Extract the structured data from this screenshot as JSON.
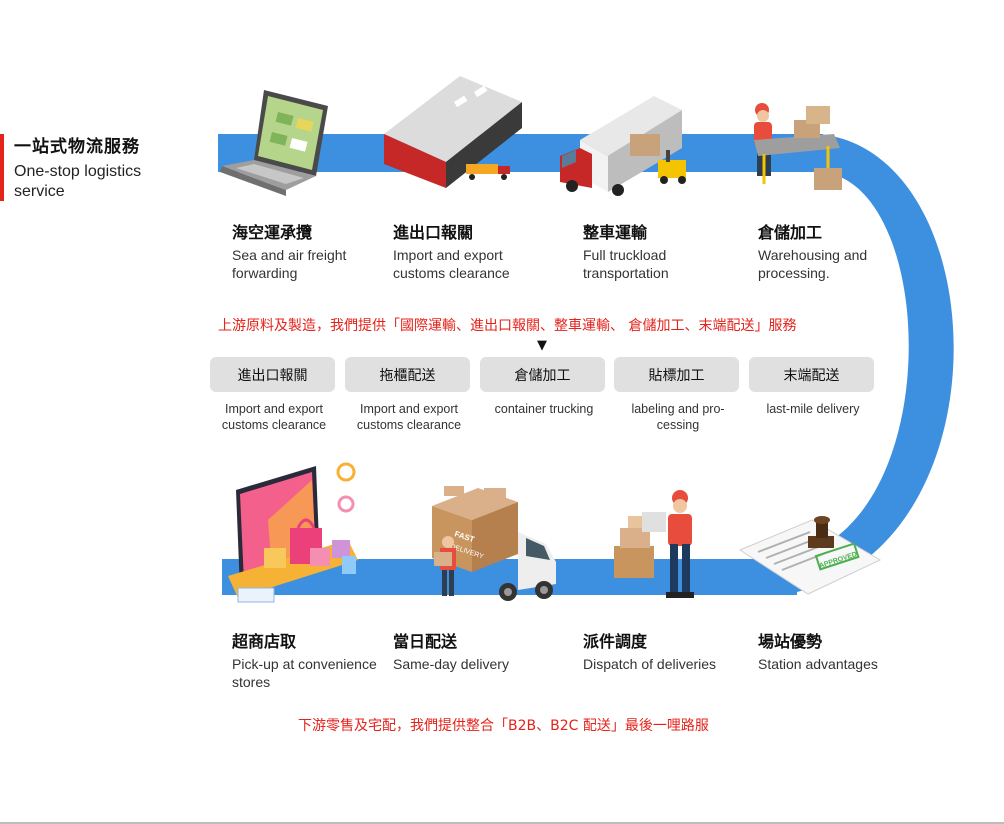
{
  "header": {
    "title_zh": "一站式物流服務",
    "title_en": "One-stop logistics service"
  },
  "colors": {
    "accent": "#e4231b",
    "track": "#3d8fe0",
    "pill_bg": "#e0e0e0"
  },
  "top_stations": [
    {
      "zh": "海空運承攬",
      "en": "Sea and air freight forwarding",
      "icon": "laptop-icon"
    },
    {
      "zh": "進出口報關",
      "en": "Import and export customs clearance",
      "icon": "warehouse-icon"
    },
    {
      "zh": "整車運輸",
      "en": "Full truckload transportation",
      "icon": "truck-icon"
    },
    {
      "zh": "倉儲加工",
      "en": "Warehousing and processing.",
      "icon": "conveyor-icon"
    }
  ],
  "upstream_note": "上游原料及製造，我們提供「國際運輸、進出口報關、整車運輸、 倉儲加工、末端配送」服務",
  "arrow": "▼",
  "services": [
    {
      "label": "進出口報關",
      "sub": "Import and export customs clearance"
    },
    {
      "label": "拖櫃配送",
      "sub": "Import and export customs clearance"
    },
    {
      "label": "倉儲加工",
      "sub": "container trucking"
    },
    {
      "label": "貼標加工",
      "sub": "labeling and pro-cessing"
    },
    {
      "label": "末端配送",
      "sub": "last-mile delivery"
    }
  ],
  "bottom_stations": [
    {
      "zh": "超商店取",
      "en": "Pick-up at convenience stores",
      "icon": "shopping-icon"
    },
    {
      "zh": "當日配送",
      "en": "Same-day delivery",
      "icon": "delivery-van-icon"
    },
    {
      "zh": "派件調度",
      "en": "Dispatch of deliveries",
      "icon": "courier-icon"
    },
    {
      "zh": "場站優勢",
      "en": "Station advantages",
      "icon": "approved-stamp-icon"
    }
  ],
  "illustration_text": {
    "fast_delivery_1": "FAST",
    "fast_delivery_2": "DELIVERY",
    "approved": "APPROVED"
  },
  "downstream_note": "下游零售及宅配，我們提供整合「B2B、B2C 配送」最後一哩路服"
}
